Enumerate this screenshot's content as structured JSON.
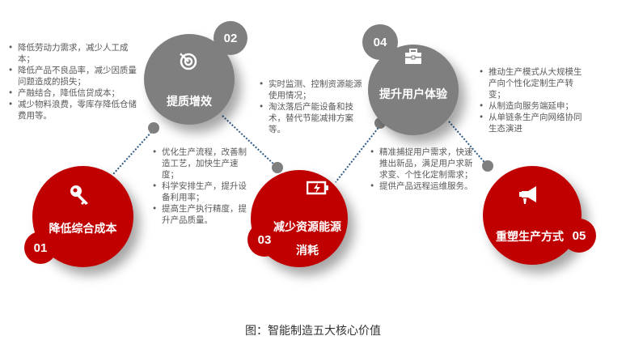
{
  "caption": "图：智能制造五大核心价值",
  "colors": {
    "red": "#c00000",
    "gray": "#7f7f7f",
    "text": "#595959",
    "connector": "#1f4e79"
  },
  "values": [
    {
      "number": "01",
      "title": "降低综合成本",
      "icon": "key-icon",
      "color": "red",
      "points": [
        "降低劳动力需求，减少人工成本；",
        "降低产品不良品率，减少因质量问题造成的损失；",
        "产融结合，降低信贷成本；",
        "减少物料浪费，零库存降低仓储费用等。"
      ]
    },
    {
      "number": "02",
      "title": "提质增效",
      "icon": "target-icon",
      "color": "gray",
      "points": [
        "优化生产流程，改善制造工艺，加快生产速度；",
        "科学安排生产，提升设备利用率；",
        "提高生产执行精度，提升产品质量。"
      ]
    },
    {
      "number": "03",
      "title_line1": "减少资源能源",
      "title_line2": "消耗",
      "icon": "battery-charging-icon",
      "color": "red",
      "points": [
        "实时监测、控制资源能源使用情况；",
        "淘汰落后产能设备和技术，替代节能减排方案等。"
      ]
    },
    {
      "number": "04",
      "title": "提升用户体验",
      "icon": "briefcase-icon",
      "color": "gray",
      "points": [
        "精准捕捉用户需求，快速推出新品，满足用户求新求变、个性化定制需求；",
        "提供产品远程运维服务。"
      ]
    },
    {
      "number": "05",
      "title": "重塑生产方式",
      "icon": "megaphone-icon",
      "color": "red",
      "points": [
        "推动生产模式从大规模生产向个性化定制生产转变；",
        "从制造向服务端延申；",
        "从单链条生产向网络协同生态演进"
      ]
    }
  ]
}
